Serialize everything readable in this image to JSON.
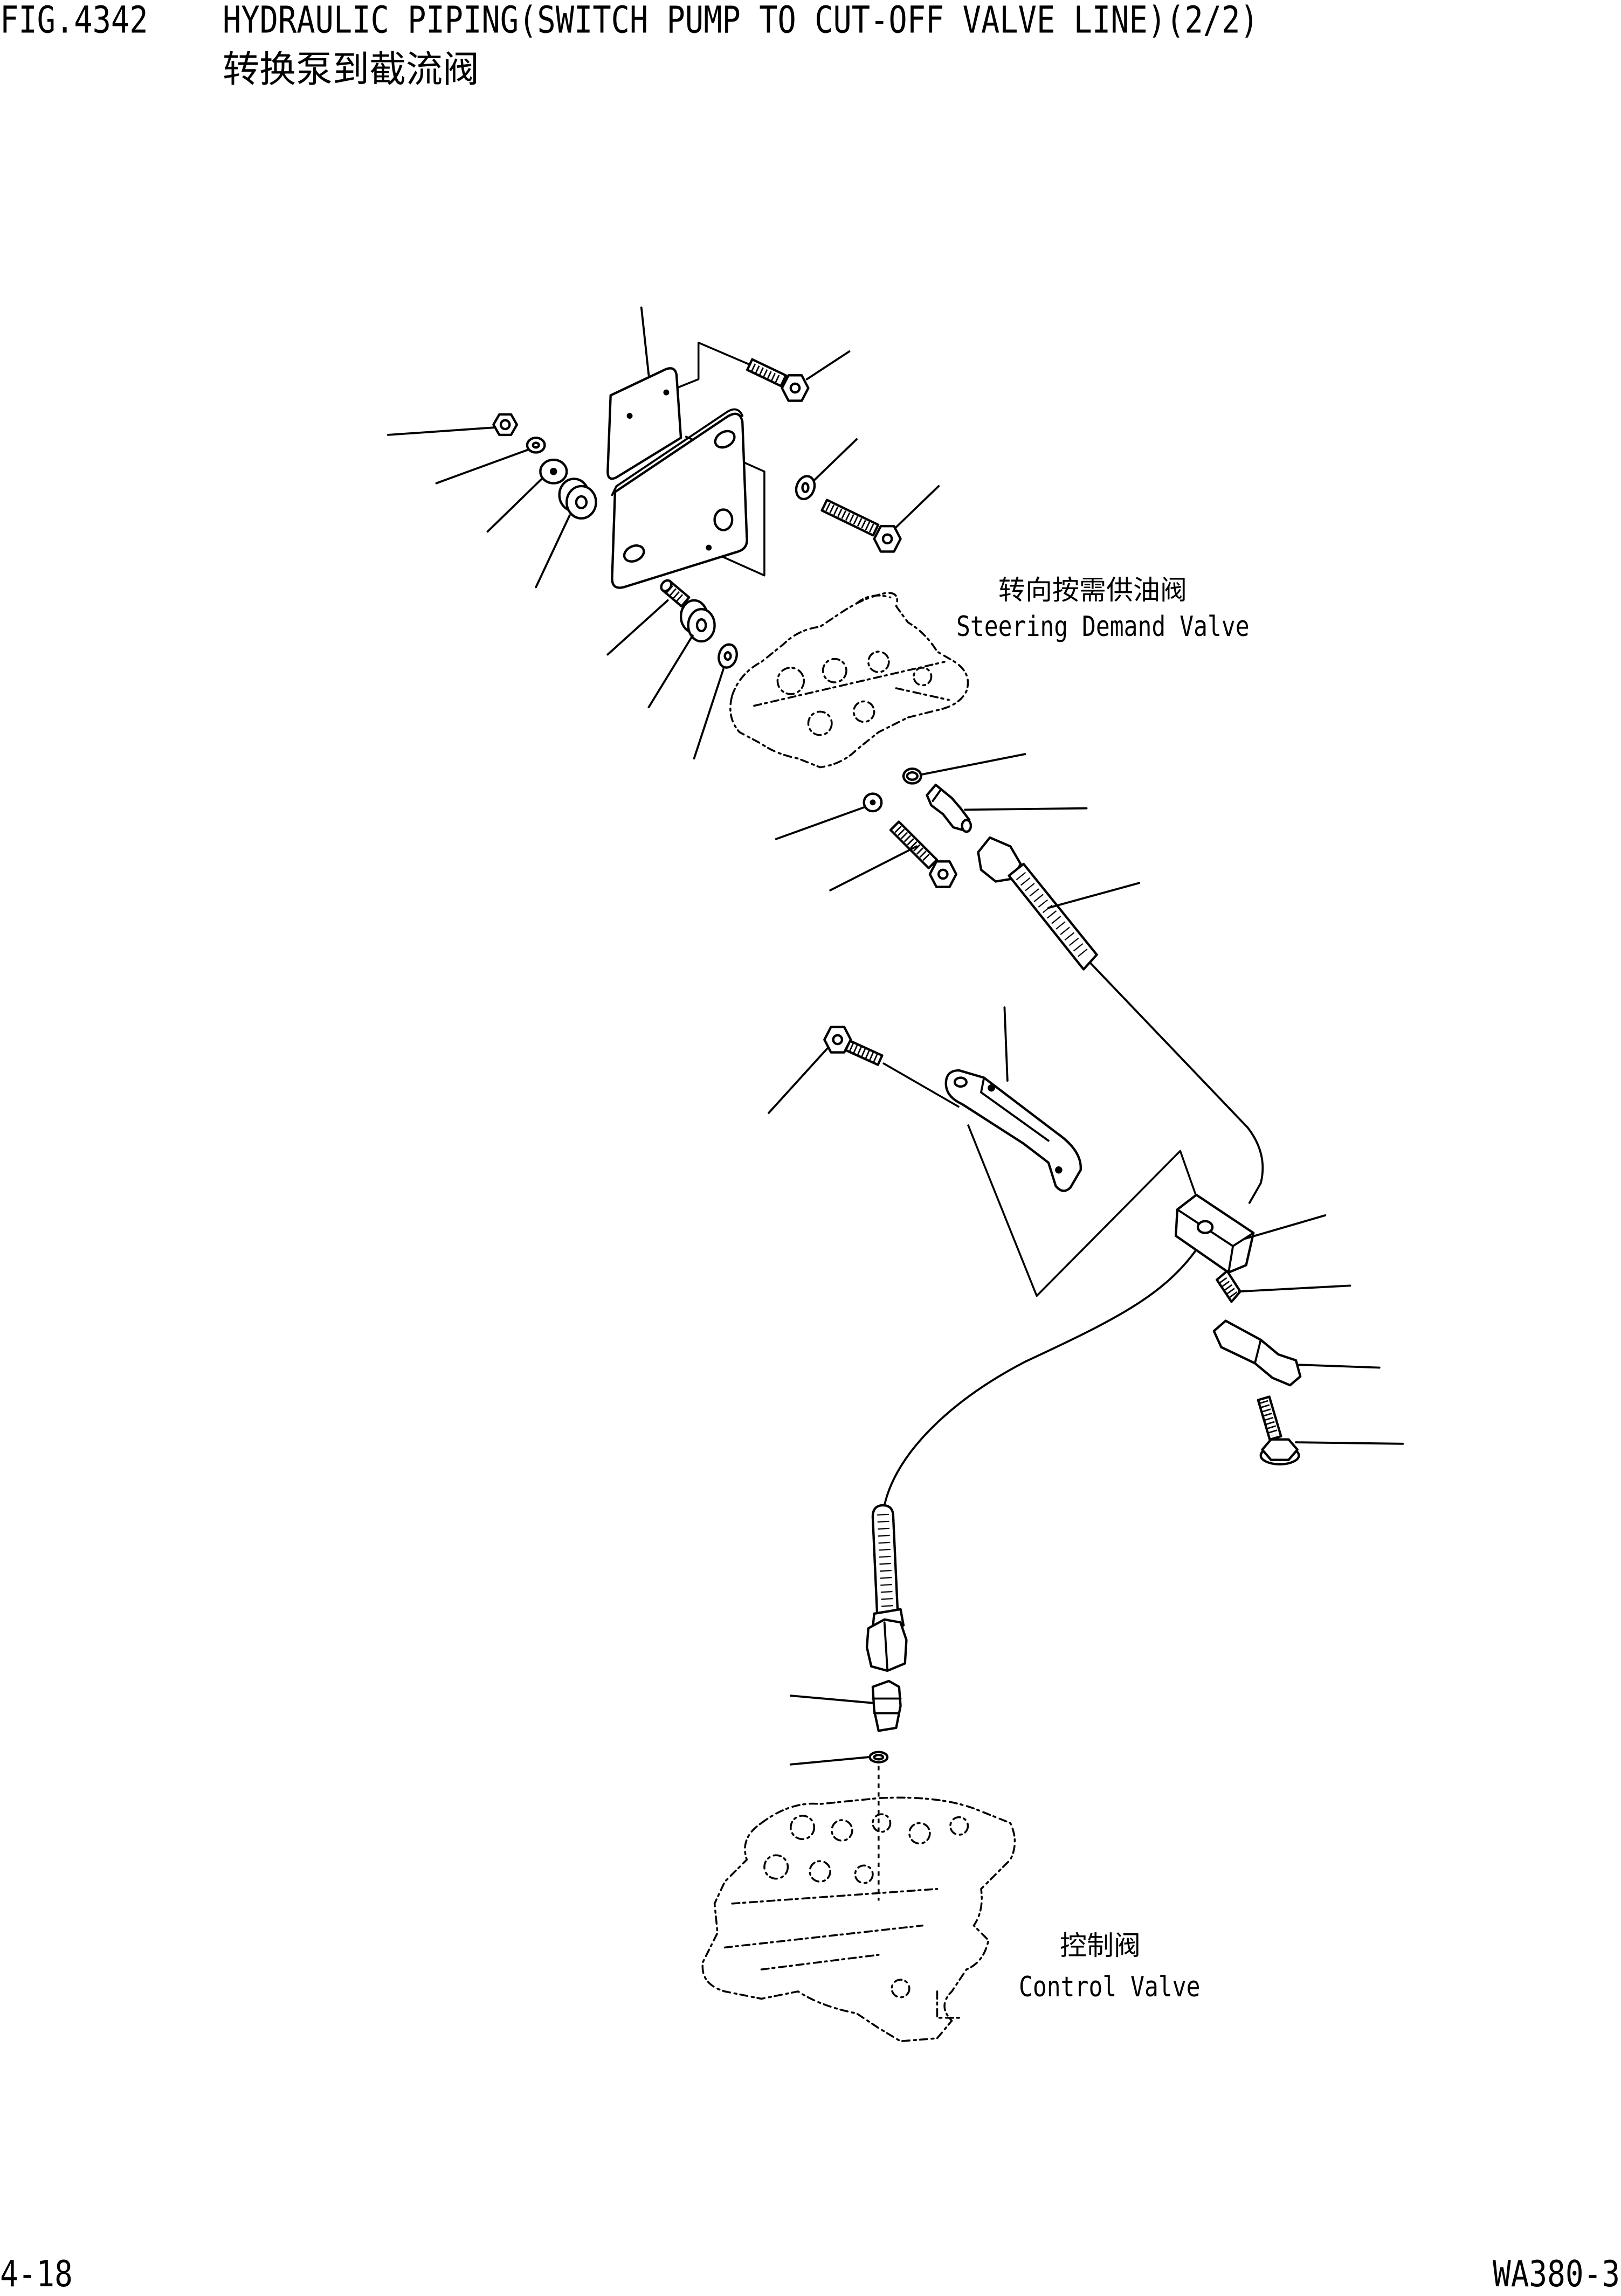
{
  "header": {
    "fig_number": "FIG.4342",
    "title": "HYDRAULIC PIPING(SWITCH PUMP TO CUT-OFF VALVE LINE)(2/2)",
    "subtitle_cn": "转换泵到截流阀"
  },
  "labels": {
    "steering_demand_valve": {
      "cn": "转向按需供油阀",
      "en": "Steering Demand Valve"
    },
    "control_valve": {
      "cn": "控制阀",
      "en": "Control Valve"
    }
  },
  "footer": {
    "page_number": "4-18",
    "model": "WA380-3"
  },
  "colors": {
    "ink": "#000000",
    "paper": "#ffffff"
  }
}
